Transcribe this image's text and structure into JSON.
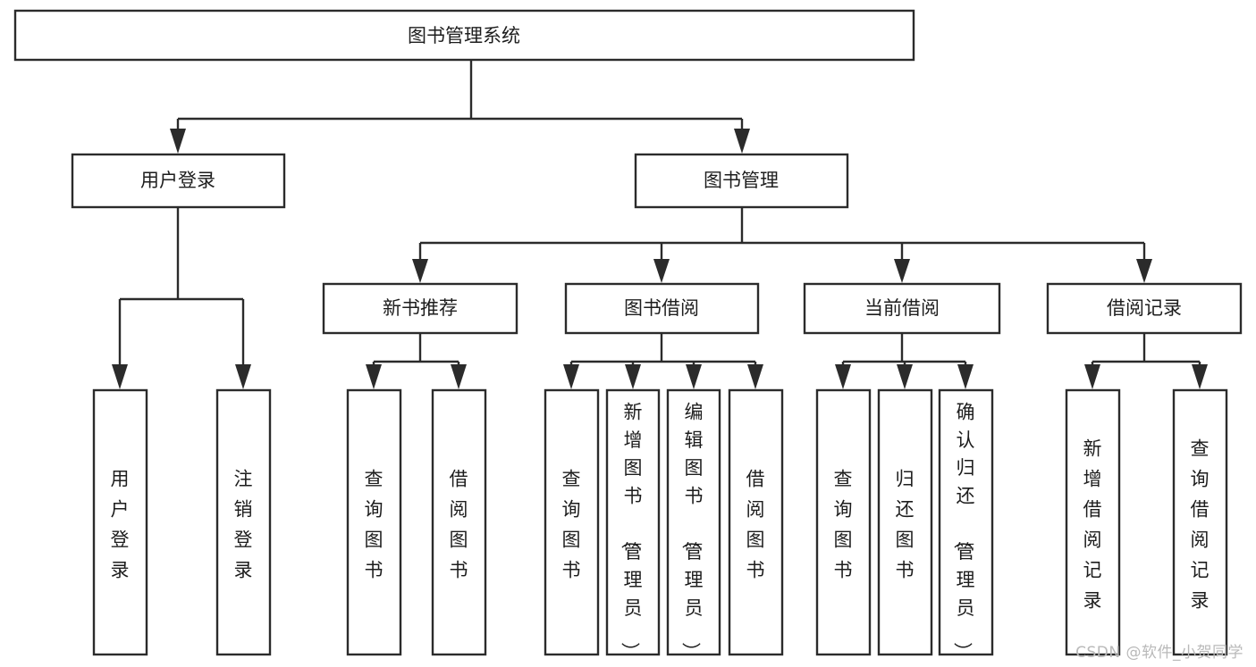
{
  "diagram": {
    "title": "图书管理系统",
    "type": "tree-hierarchy-diagram",
    "colors": {
      "stroke": "#2b2b2b",
      "box_fill": "#ffffff",
      "text": "#1d1d1d",
      "background": "#ffffff",
      "watermark": "#b9b9b9"
    },
    "root": {
      "label": "图书管理系统"
    },
    "level2": [
      {
        "label": "用户登录"
      },
      {
        "label": "图书管理"
      }
    ],
    "level3": [
      {
        "label": "新书推荐"
      },
      {
        "label": "图书借阅"
      },
      {
        "label": "当前借阅"
      },
      {
        "label": "借阅记录"
      }
    ],
    "leaves": [
      {
        "label": "用户登录",
        "parent": "用户登录"
      },
      {
        "label": "注销登录",
        "parent": "用户登录"
      },
      {
        "label": "查询图书",
        "parent": "新书推荐"
      },
      {
        "label": "借阅图书",
        "parent": "新书推荐"
      },
      {
        "label": "查询图书",
        "parent": "图书借阅"
      },
      {
        "label": "新增图书（管理员）",
        "parent": "图书借阅"
      },
      {
        "label": "编辑图书（管理员）",
        "parent": "图书借阅"
      },
      {
        "label": "借阅图书",
        "parent": "图书借阅"
      },
      {
        "label": "查询图书",
        "parent": "当前借阅"
      },
      {
        "label": "归还图书",
        "parent": "当前借阅"
      },
      {
        "label": "确认归还（管理员）",
        "parent": "当前借阅"
      },
      {
        "label": "新增借阅记录",
        "parent": "借阅记录"
      },
      {
        "label": "查询借阅记录",
        "parent": "借阅记录"
      }
    ]
  },
  "watermark": {
    "text": "CSDN @软件_小贺同学"
  }
}
